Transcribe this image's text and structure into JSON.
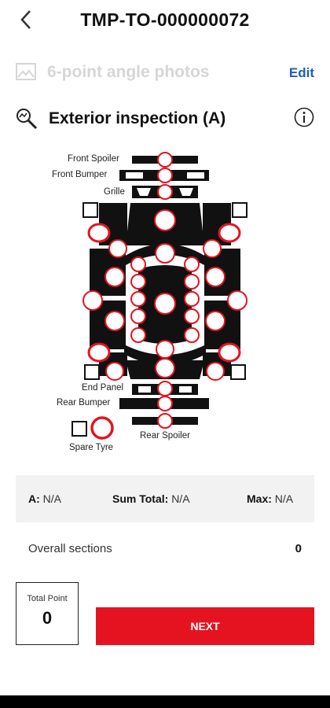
{
  "header": {
    "title": "TMP-TO-000000072"
  },
  "photos": {
    "label": "6-point angle photos",
    "edit_label": "Edit"
  },
  "inspection": {
    "title": "Exterior inspection (A)"
  },
  "diagram": {
    "labels": {
      "front_spoiler": "Front Spoiler",
      "front_bumper": "Front Bumper",
      "grille": "Grille",
      "end_panel": "End Panel",
      "rear_bumper": "Rear Bumper",
      "rear_spoiler": "Rear Spoiler",
      "spare_tyre": "Spare Tyre"
    }
  },
  "stats": {
    "a_label": "A:",
    "a_value": "N/A",
    "sum_label": "Sum Total:",
    "sum_value": "N/A",
    "max_label": "Max:",
    "max_value": "N/A"
  },
  "overall": {
    "label": "Overall sections",
    "value": "0"
  },
  "total_point": {
    "label": "Total Point",
    "value": "0"
  },
  "actions": {
    "next_label": "NEXT"
  },
  "colors": {
    "accent": "#e5131f",
    "link": "#1e5fb8",
    "panel": "#f2f2f2"
  }
}
